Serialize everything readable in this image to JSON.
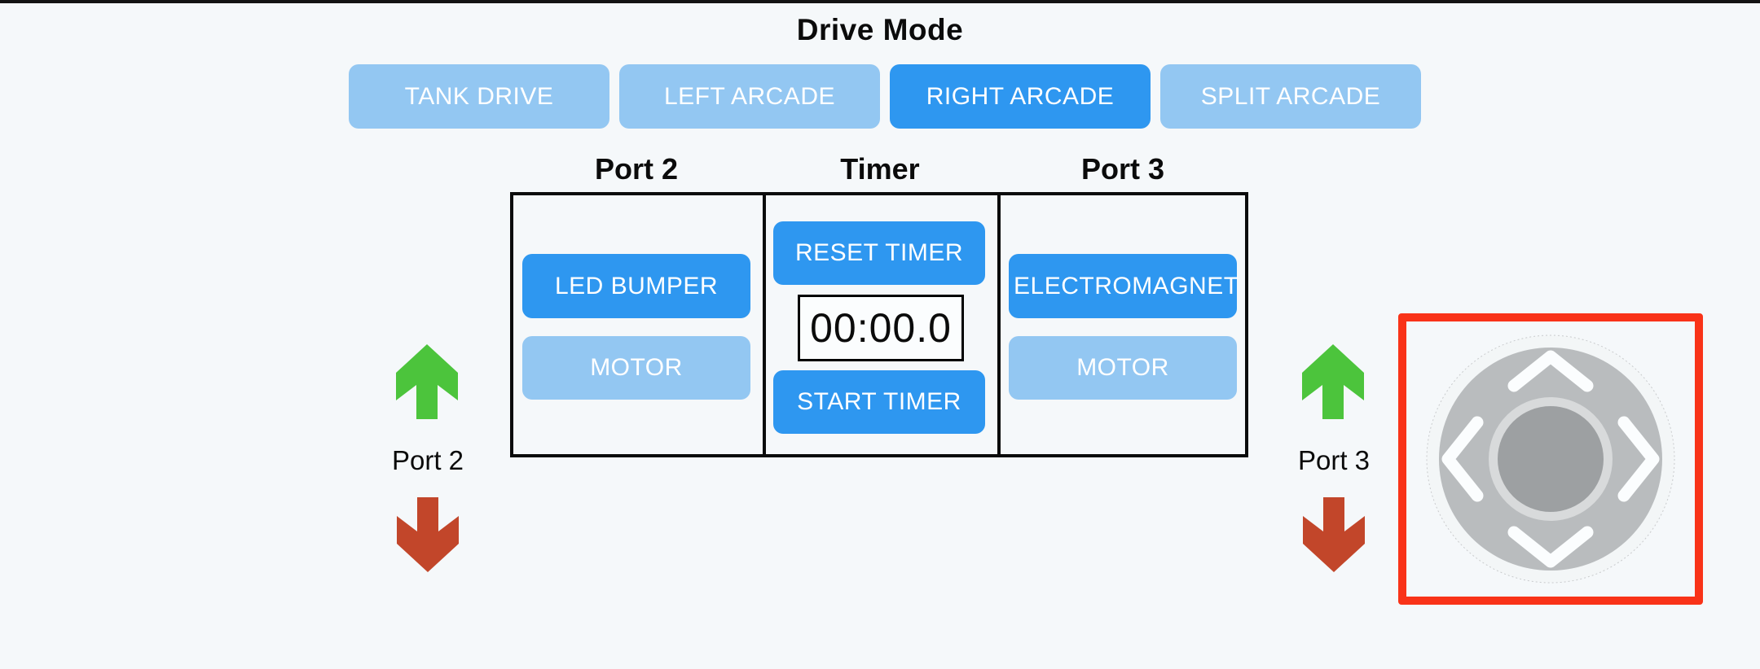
{
  "drive_mode": {
    "title": "Drive Mode",
    "options": [
      {
        "label": "TANK DRIVE",
        "active": false
      },
      {
        "label": "LEFT ARCADE",
        "active": false
      },
      {
        "label": "RIGHT ARCADE",
        "active": true
      },
      {
        "label": "SPLIT ARCADE",
        "active": false
      }
    ]
  },
  "control_table": {
    "columns": [
      {
        "header": "Port 2",
        "buttons": [
          {
            "label": "LED BUMPER",
            "active": true
          },
          {
            "label": "MOTOR",
            "active": false
          }
        ]
      },
      {
        "header": "Timer"
      },
      {
        "header": "Port 3",
        "buttons": [
          {
            "label": "ELECTROMAGNET",
            "active": true
          },
          {
            "label": "MOTOR",
            "active": false
          }
        ]
      }
    ],
    "timer": {
      "reset_label": "RESET TIMER",
      "display_value": "00:00.0",
      "start_label": "START TIMER"
    }
  },
  "port_controls": {
    "left": {
      "label": "Port 2",
      "up_icon": "green-up-arrow",
      "down_icon": "red-down-arrow"
    },
    "right": {
      "label": "Port 3",
      "up_icon": "green-up-arrow",
      "down_icon": "red-down-arrow"
    }
  },
  "joystick": {
    "directions": [
      "up",
      "left",
      "right",
      "down"
    ]
  },
  "colors": {
    "background": "#F5F8FA",
    "active_blue": "#2E97F0",
    "inactive_blue": "#93C7F2",
    "arrow_green": "#4CC43C",
    "arrow_red": "#C2462A",
    "panel_border_red": "#F93318",
    "table_border": "#0B0B0B",
    "joystick_gray": "#B9BCBE",
    "joystick_knob_gray": "#9DA0A2"
  }
}
